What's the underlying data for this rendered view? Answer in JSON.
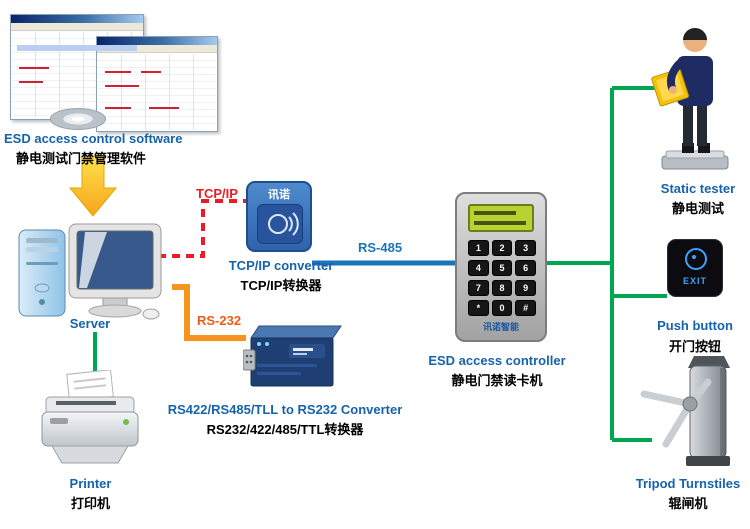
{
  "software": {
    "label_en": "ESD access control software",
    "label_zh": "静电测试门禁管理软件"
  },
  "server": {
    "label": "Server"
  },
  "printer": {
    "label_en": "Printer",
    "label_zh": "打印机"
  },
  "tcpip_converter": {
    "brand": "讯诺",
    "label_en": "TCP/IP converter",
    "label_zh": "TCP/IP转换器"
  },
  "rs232_converter": {
    "label_en": "RS422/RS485/TLL to RS232 Converter",
    "label_zh": "RS232/422/485/TTL转换器"
  },
  "controller": {
    "label_en": "ESD access controller",
    "label_zh": "静电门禁读卡机",
    "brand": "讯诺智能",
    "keys": [
      "1",
      "2",
      "3",
      "4",
      "5",
      "6",
      "7",
      "8",
      "9",
      "*",
      "0",
      "#"
    ]
  },
  "static_tester": {
    "label_en": "Static tester",
    "label_zh": "静电测试"
  },
  "push_button": {
    "label_en": "Push button",
    "label_zh": "开门按钮",
    "button_text": "EXIT"
  },
  "turnstile": {
    "label_en": "Tripod Turnstiles",
    "label_zh": "辊闸机"
  },
  "connections": {
    "tcpip": "TCP/IP",
    "rs232": "RS-232",
    "rs485": "RS-485"
  },
  "colors": {
    "green_wire": "#00a651",
    "red_wire": "#ed1c24",
    "orange_wire": "#f7941d",
    "blue_wire": "#1b75bb",
    "label_blue": "#1663ac",
    "arrow_yellow": "#ffc914"
  }
}
